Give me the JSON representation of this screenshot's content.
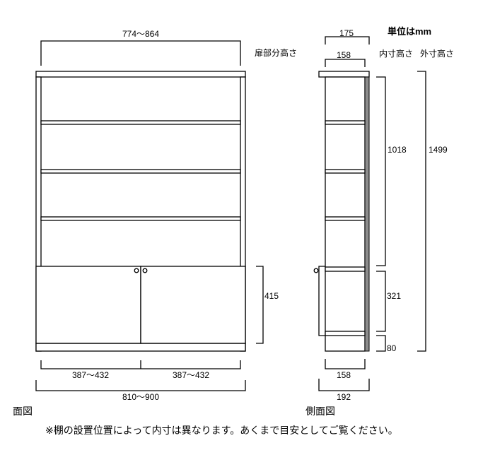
{
  "unit_label": "単位はmm",
  "front": {
    "title": "面図",
    "top_inner_width": "774〜864",
    "door_height_label": "扉部分高さ",
    "door_height": "415",
    "door_width_left": "387〜432",
    "door_width_right": "387〜432",
    "outer_width": "810〜900"
  },
  "side": {
    "title": "側面図",
    "top_depth": "175",
    "inner_depth_top": "158",
    "inner_height_label": "内寸高さ",
    "outer_height_label": "外寸高さ",
    "inner_height_upper": "1018",
    "inner_height_lower": "321",
    "plinth_height": "80",
    "outer_height": "1499",
    "inner_depth_bottom": "158",
    "outer_depth": "192",
    "back_panel_color": "#8c8c8c"
  },
  "note": "※棚の設置位置によって内寸は異なります。あくまで目安としてご覧ください。"
}
